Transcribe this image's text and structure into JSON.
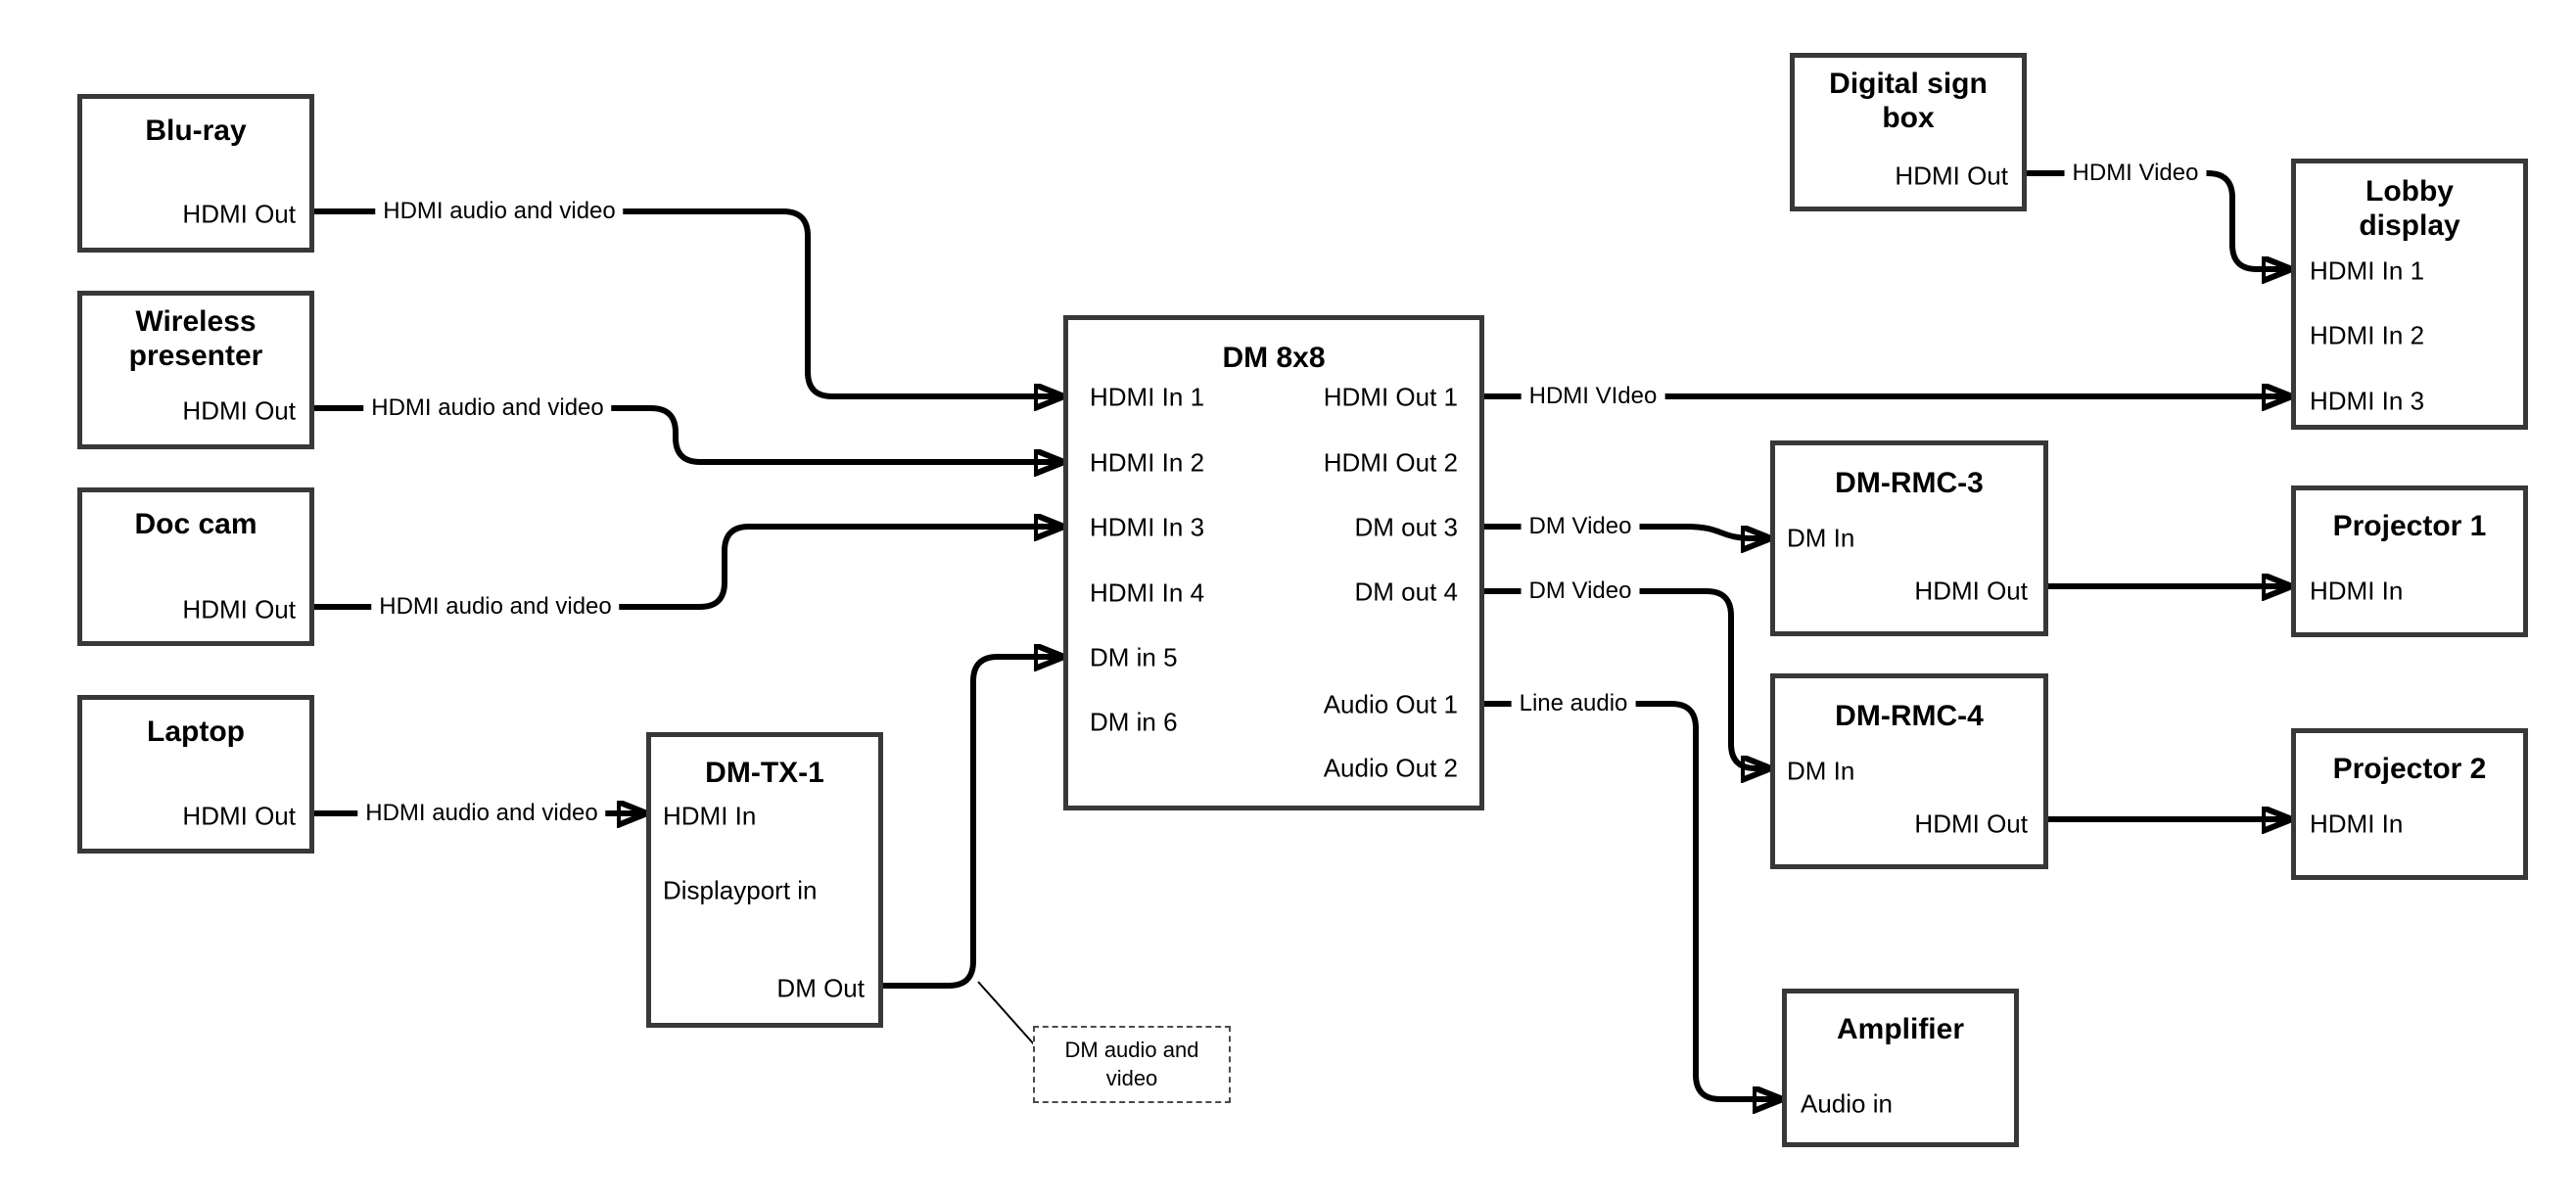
{
  "nodes": {
    "bluray": {
      "title": "Blu-ray",
      "port_hdmi_out": "HDMI Out"
    },
    "wireless": {
      "title": "Wireless presenter",
      "port_hdmi_out": "HDMI Out"
    },
    "doccam": {
      "title": "Doc cam",
      "port_hdmi_out": "HDMI Out"
    },
    "laptop": {
      "title": "Laptop",
      "port_hdmi_out": "HDMI Out"
    },
    "dmtx1": {
      "title": "DM-TX-1",
      "port_hdmi_in": "HDMI In",
      "port_displayport_in": "Displayport in",
      "port_dm_out": "DM Out"
    },
    "dm8x8": {
      "title": "DM 8x8",
      "inputs": [
        "HDMI In 1",
        "HDMI In 2",
        "HDMI In 3",
        "HDMI In 4",
        "DM in 5",
        "DM in 6"
      ],
      "outputs": [
        "HDMI Out 1",
        "HDMI Out 2",
        "DM out 3",
        "DM out 4",
        "Audio Out 1",
        "Audio Out 2"
      ]
    },
    "digitalsign": {
      "title": "Digital sign box",
      "port_hdmi_out": "HDMI Out"
    },
    "lobby": {
      "title": "Lobby display",
      "inputs": [
        "HDMI In 1",
        "HDMI In 2",
        "HDMI In 3"
      ]
    },
    "dmrmc3": {
      "title": "DM-RMC-3",
      "port_dm_in": "DM In",
      "port_hdmi_out": "HDMI Out"
    },
    "projector1": {
      "title": "Projector 1",
      "port_hdmi_in": "HDMI In"
    },
    "dmrmc4": {
      "title": "DM-RMC-4",
      "port_dm_in": "DM In",
      "port_hdmi_out": "HDMI Out"
    },
    "projector2": {
      "title": "Projector 2",
      "port_hdmi_in": "HDMI In"
    },
    "amplifier": {
      "title": "Amplifier",
      "port_audio_in": "Audio in"
    }
  },
  "edge_labels": {
    "bluray_to_dm8x8": "HDMI audio and video",
    "wireless_to_dm8x8": "HDMI audio and video",
    "doccam_to_dm8x8": "HDMI audio and video",
    "laptop_to_dmtx1": "HDMI audio and video",
    "dm8x8_to_lobby": "HDMI VIdeo",
    "dm8x8_to_dmrmc3": "DM Video",
    "dm8x8_to_dmrmc4": "DM Video",
    "dm8x8_to_amplifier": "Line audio",
    "digitalsign_to_lobby": "HDMI Video",
    "callout": "DM audio and video"
  },
  "colors": {
    "node_border": "#383838",
    "connector": "#000000",
    "background": "#ffffff"
  }
}
